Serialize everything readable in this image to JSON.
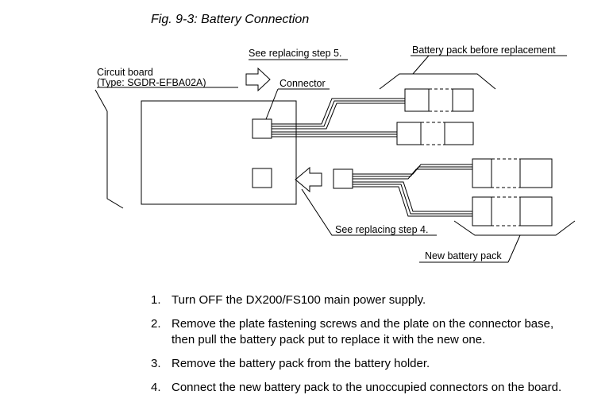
{
  "figure": {
    "title": "Fig. 9-3: Battery Connection",
    "labels": {
      "circuit_board": "Circuit board",
      "circuit_board_type": "(Type: SGDR-EFBA02A)",
      "connector": "Connector",
      "see_step_5": "See replacing step 5.",
      "battery_before": "Battery pack before replacement",
      "see_step_4": "See replacing step 4.",
      "new_battery": "New battery pack"
    }
  },
  "steps": [
    {
      "num": "1.",
      "text": "Turn OFF the DX200/FS100 main power supply."
    },
    {
      "num": "2.",
      "text": "Remove the plate fastening screws and the plate on the connector base, then pull the battery pack put to replace it with the new one."
    },
    {
      "num": "3.",
      "text": "Remove the battery pack from the battery holder."
    },
    {
      "num": "4.",
      "text": "Connect the new battery pack to the unoccupied connectors on the board."
    }
  ]
}
